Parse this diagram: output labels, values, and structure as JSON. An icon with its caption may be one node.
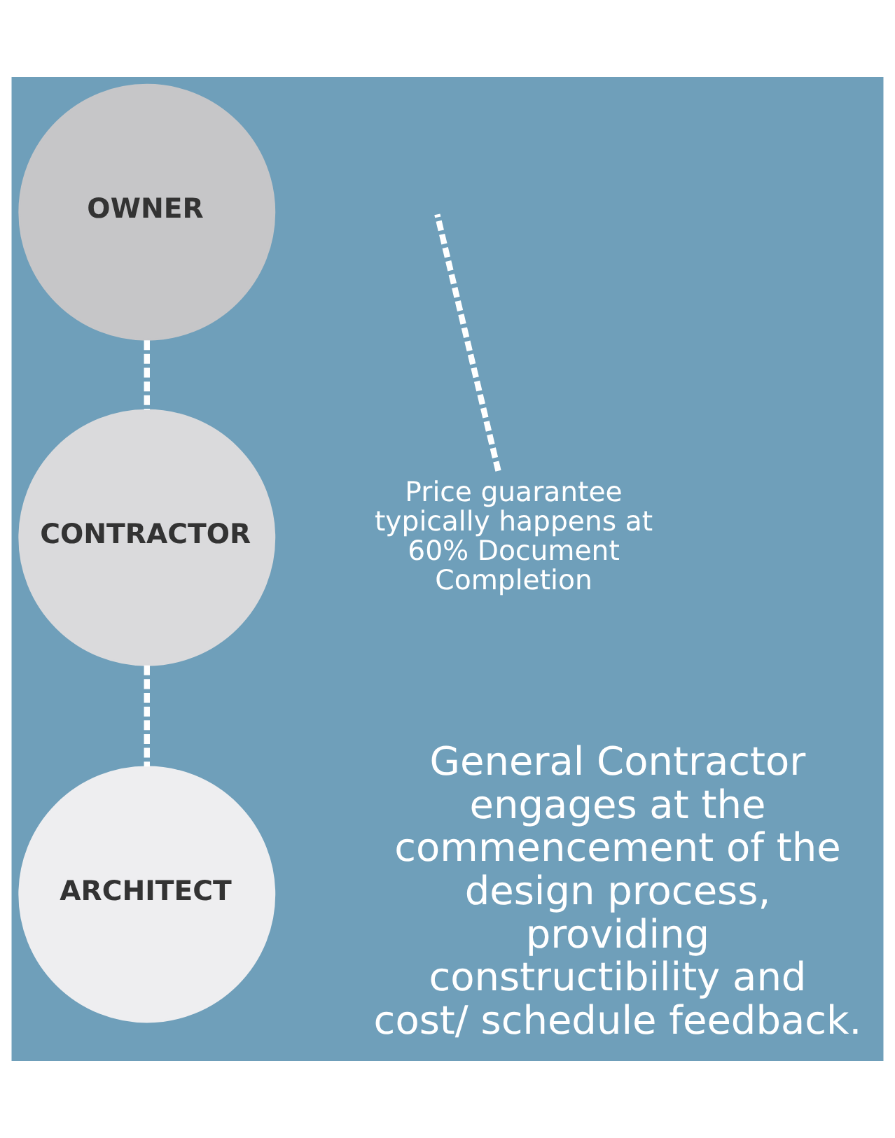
{
  "diagram": {
    "nodes": [
      {
        "text": [
          "OWNER"
        ]
      },
      {
        "text": [
          "CONTRACTOR"
        ]
      },
      {
        "text": [
          "ARCHITECT"
        ]
      },
      {
        "text": [
          "Price guarantee typically happens at 60% Document Completion"
        ]
      }
    ],
    "edges": [
      {
        "from": 0,
        "to": 1,
        "arrow": "none",
        "style": "dashed"
      },
      {
        "from": 1,
        "to": 2,
        "arrow": "none",
        "style": "dashed"
      },
      {
        "from": 3,
        "to": null,
        "arrow": "none",
        "style": "dashed"
      }
    ],
    "labels": [
      "General Contractor engages at the commencement of the design process, providing constructibility and cost/ schedule feedback."
    ]
  }
}
